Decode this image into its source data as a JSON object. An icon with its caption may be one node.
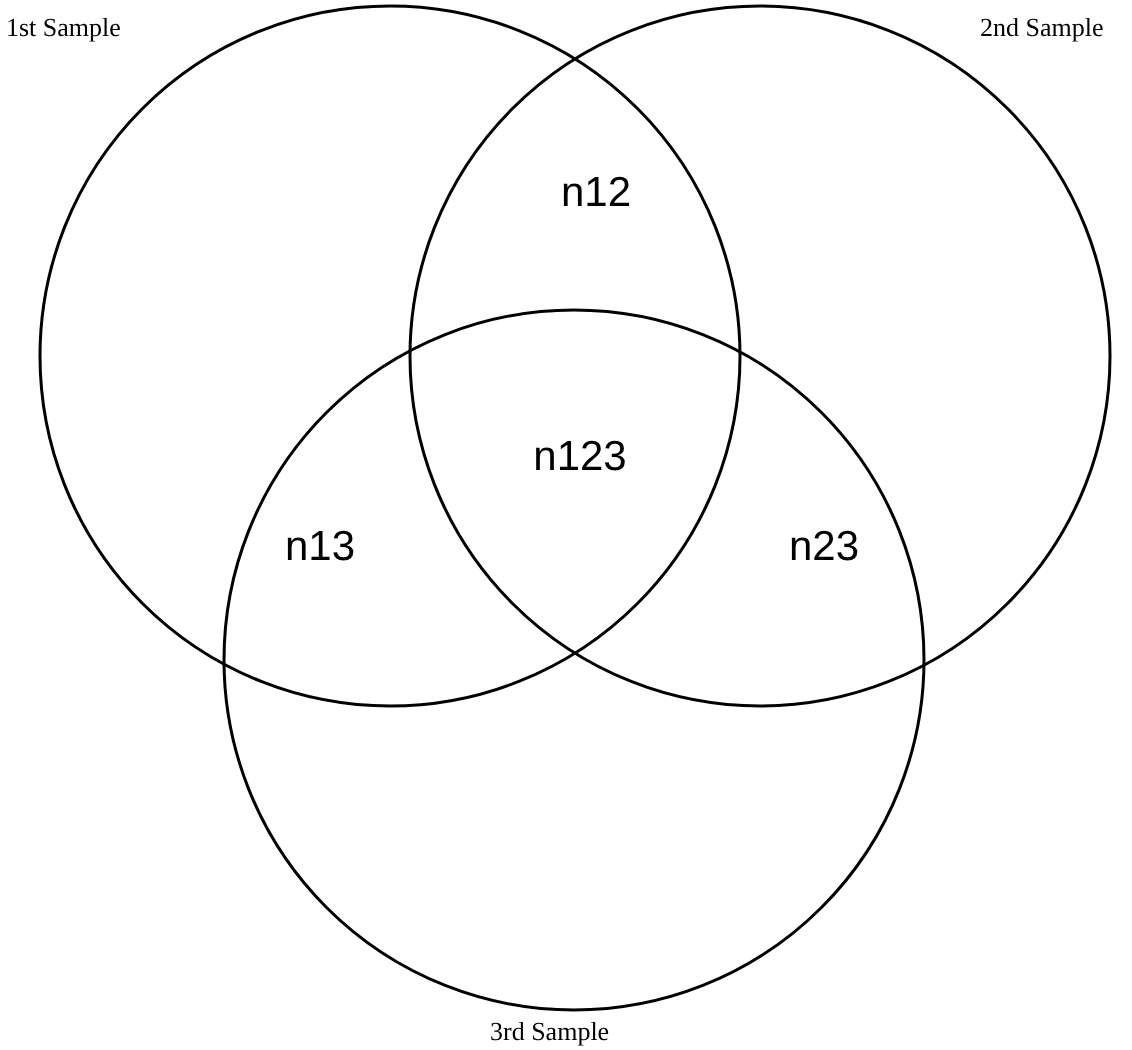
{
  "diagram": {
    "nodes": [
      {
        "text": [
          "1st Sample"
        ]
      },
      {
        "text": [
          "2nd Sample"
        ]
      },
      {
        "text": [
          "3rd Sample"
        ]
      }
    ],
    "labels": [
      "n12",
      "n123",
      "n13",
      "n23"
    ]
  }
}
